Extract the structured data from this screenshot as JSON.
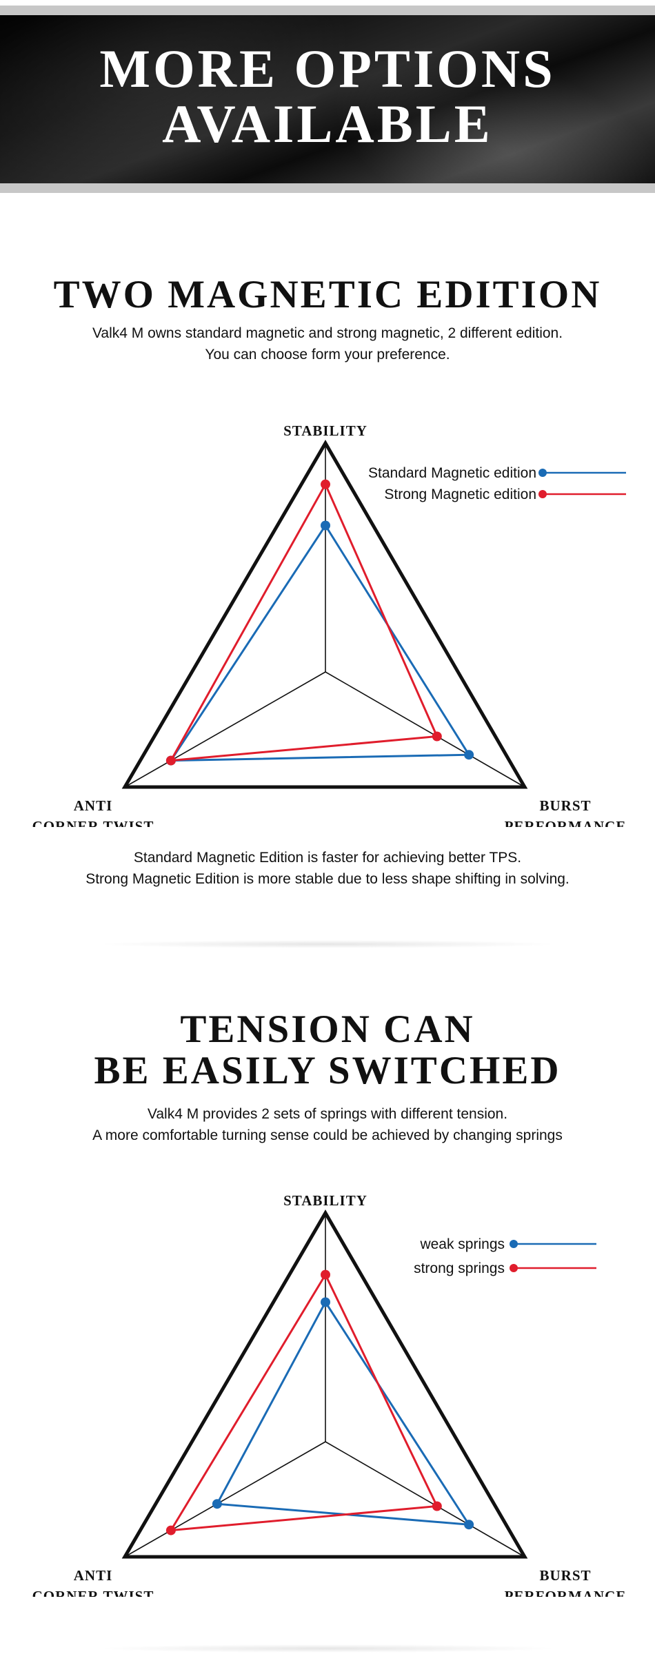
{
  "banner": {
    "line1": "MORE OPTIONS",
    "line2": "AVAILABLE"
  },
  "colors": {
    "blue": "#1a6bb5",
    "red": "#e01d2c",
    "outline": "#111111"
  },
  "sections": [
    {
      "title_lines": [
        "TWO MAGNETIC EDITION"
      ],
      "description": [
        "Valk4 M owns standard magnetic and strong magnetic, 2 different edition.",
        "You can choose form your preference."
      ],
      "footnote": [
        "Standard Magnetic Edition is faster for achieving better TPS.",
        "Strong Magnetic Edition is more stable due to less shape shifting in solving."
      ],
      "chart_data": {
        "type": "radar",
        "axes": [
          {
            "id": "stability",
            "label_lines": [
              "STABILITY"
            ]
          },
          {
            "id": "burst",
            "label_lines": [
              "BURST",
              "PERFORMANCE"
            ]
          },
          {
            "id": "anti",
            "label_lines": [
              "ANTI",
              "CORNER TWIST"
            ]
          }
        ],
        "scale_max": 1.0,
        "series": [
          {
            "name": "Standard Magnetic edition",
            "color": "blue",
            "values": [
              0.64,
              0.72,
              0.77
            ]
          },
          {
            "name": "Strong Magnetic edition",
            "color": "red",
            "values": [
              0.82,
              0.56,
              0.77
            ]
          }
        ],
        "legend_position": "top-right",
        "grid": false
      }
    },
    {
      "title_lines": [
        "TENSION CAN",
        "BE EASILY SWITCHED"
      ],
      "description": [
        "Valk4 M provides 2 sets of springs with different tension.",
        "A more comfortable turning sense could be achieved by changing springs"
      ],
      "footnote": [],
      "chart_data": {
        "type": "radar",
        "axes": [
          {
            "id": "stability",
            "label_lines": [
              "STABILITY"
            ]
          },
          {
            "id": "burst",
            "label_lines": [
              "BURST",
              "PERFORMANCE"
            ]
          },
          {
            "id": "anti",
            "label_lines": [
              "ANTI",
              "CORNER TWIST"
            ]
          }
        ],
        "scale_max": 1.0,
        "series": [
          {
            "name": "weak springs",
            "color": "blue",
            "values": [
              0.61,
              0.72,
              0.54
            ]
          },
          {
            "name": "strong springs",
            "color": "red",
            "values": [
              0.73,
              0.56,
              0.77
            ]
          }
        ],
        "legend_position": "top-right",
        "grid": false
      }
    }
  ]
}
